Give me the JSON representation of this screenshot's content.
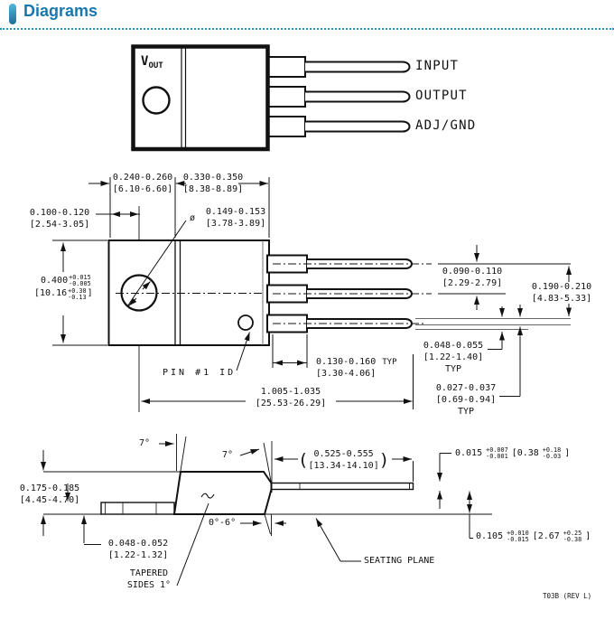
{
  "header": {
    "title": "Diagrams"
  },
  "top_view": {
    "part_label_v": "V",
    "part_label_sub": "OUT",
    "pin_labels": [
      "INPUT",
      "OUTPUT",
      "ADJ/GND"
    ]
  },
  "front_view": {
    "dim_tab_width": {
      "in": "0.240-0.260",
      "mm": "[6.10-6.60]"
    },
    "dim_body_width": {
      "in": "0.330-0.350",
      "mm": "[8.38-8.89]"
    },
    "dim_hole_offset": {
      "in": "0.100-0.120",
      "mm": "[2.54-3.05]"
    },
    "dim_hole_dia": {
      "prefix": "ø",
      "in": "0.149-0.153",
      "mm": "[3.78-3.89]"
    },
    "dim_body_height": {
      "in": "0.400",
      "tol_plus": "+0.015",
      "tol_minus": "-0.005",
      "mm": "[10.16",
      "mm_tol_plus": "+0.38",
      "mm_tol_minus": "-0.13",
      "mm_close": "]"
    },
    "dim_pin_pitch": {
      "in": "0.090-0.110",
      "mm": "[2.29-2.79]"
    },
    "dim_pin_span": {
      "in": "0.190-0.210",
      "mm": "[4.83-5.33]"
    },
    "dim_lead_width": {
      "in": "0.048-0.055",
      "mm": "[1.22-1.40]",
      "suffix": "TYP"
    },
    "dim_lead_thk": {
      "in": "0.027-0.037",
      "mm": "[0.69-0.94]",
      "suffix": "TYP"
    },
    "dim_shoulder": {
      "in": "0.130-0.160",
      "mm": "[3.30-4.06]",
      "suffix": "TYP"
    },
    "dim_overall": {
      "in": "1.005-1.035",
      "mm": "[25.53-26.29]"
    },
    "pin1_label": "PIN #1 ID"
  },
  "side_view": {
    "angle_left": "7°",
    "angle_right": "7°",
    "angle_lead": "0°-6°",
    "dim_lead_length": {
      "open": "(",
      "in": "0.525-0.555",
      "mm": "[13.34-14.10]",
      "close": ")"
    },
    "dim_lead_t": {
      "in": "0.015",
      "tol_plus": "+0.007",
      "tol_minus": "-0.001",
      "mm": "[0.38",
      "mm_tol_plus": "+0.18",
      "mm_tol_minus": "-0.03",
      "mm_close": "]"
    },
    "dim_standoff": {
      "in": "0.105",
      "tol_plus": "+0.010",
      "tol_minus": "-0.015",
      "mm": "[2.67",
      "mm_tol_plus": "+0.25",
      "mm_tol_minus": "-0.38",
      "mm_close": "]"
    },
    "dim_body_t": {
      "in": "0.175-0.185",
      "mm": "[4.45-4.70]"
    },
    "dim_tab_t": {
      "in": "0.048-0.052",
      "mm": "[1.22-1.32]"
    },
    "taper_note_line1": "TAPERED",
    "taper_note_line2": "SIDES 1°",
    "seating_plane_label": "SEATING PLANE"
  },
  "footer": {
    "doc_ref": "T03B (REV L)"
  }
}
